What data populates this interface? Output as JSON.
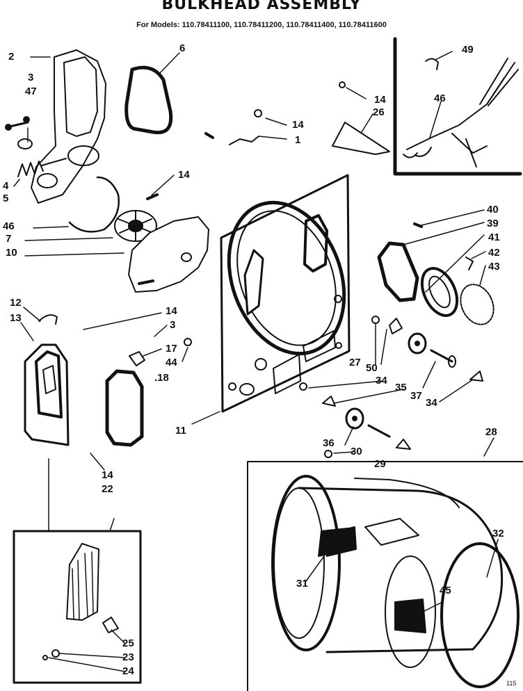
{
  "header": {
    "title": "BULKHEAD ASSEMBLY",
    "models": "For Models: 110.78411100, 110.78411200, 110.78411400, 110.78411600"
  },
  "callouts": [
    {
      "id": "c2",
      "text": "2"
    },
    {
      "id": "c6",
      "text": "6"
    },
    {
      "id": "c3a",
      "text": "3"
    },
    {
      "id": "c47",
      "text": "47"
    },
    {
      "id": "c4",
      "text": "4"
    },
    {
      "id": "c5",
      "text": "5"
    },
    {
      "id": "c46a",
      "text": "46"
    },
    {
      "id": "c7",
      "text": "7"
    },
    {
      "id": "c10",
      "text": "10"
    },
    {
      "id": "c14a",
      "text": "14"
    },
    {
      "id": "c14b",
      "text": "14"
    },
    {
      "id": "c1",
      "text": "1"
    },
    {
      "id": "c14c",
      "text": "14"
    },
    {
      "id": "c26",
      "text": "26"
    },
    {
      "id": "c49",
      "text": "49"
    },
    {
      "id": "c46b",
      "text": "46"
    },
    {
      "id": "c40",
      "text": "40"
    },
    {
      "id": "c39",
      "text": "39"
    },
    {
      "id": "c41",
      "text": "41"
    },
    {
      "id": "c42",
      "text": "42"
    },
    {
      "id": "c43",
      "text": "43"
    },
    {
      "id": "c12",
      "text": "12"
    },
    {
      "id": "c13",
      "text": "13"
    },
    {
      "id": "c14d",
      "text": "14"
    },
    {
      "id": "c3b",
      "text": "3"
    },
    {
      "id": "c17",
      "text": "17"
    },
    {
      "id": "c44",
      "text": "44"
    },
    {
      "id": "c18",
      "text": ".18"
    },
    {
      "id": "c11",
      "text": "11"
    },
    {
      "id": "c27",
      "text": "27"
    },
    {
      "id": "c50",
      "text": "50"
    },
    {
      "id": "c34a",
      "text": "34"
    },
    {
      "id": "c35",
      "text": "35"
    },
    {
      "id": "c37",
      "text": "37"
    },
    {
      "id": "c34b",
      "text": "34"
    },
    {
      "id": "c36",
      "text": "36"
    },
    {
      "id": "c28",
      "text": "28"
    },
    {
      "id": "c14e",
      "text": "14"
    },
    {
      "id": "c22",
      "text": "22"
    },
    {
      "id": "c30",
      "text": "30"
    },
    {
      "id": "c29",
      "text": "29"
    },
    {
      "id": "c31",
      "text": "31"
    },
    {
      "id": "c32",
      "text": "32"
    },
    {
      "id": "c45",
      "text": "45"
    },
    {
      "id": "c25",
      "text": "25"
    },
    {
      "id": "c23",
      "text": "23"
    },
    {
      "id": "c24",
      "text": "24"
    }
  ],
  "footer_code": "115"
}
